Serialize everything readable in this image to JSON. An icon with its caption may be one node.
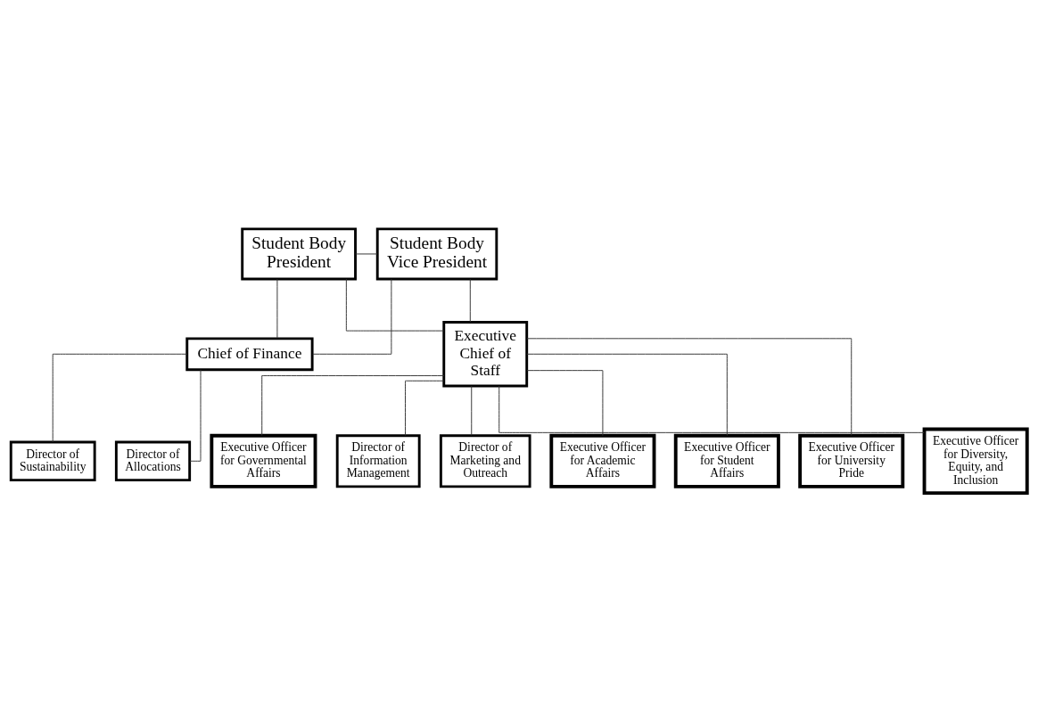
{
  "diagram": {
    "nodes": [
      {
        "text": [
          "Student Body President"
        ]
      },
      {
        "text": [
          "Student Body Vice President"
        ]
      },
      {
        "text": [
          "Chief of Finance"
        ]
      },
      {
        "text": [
          "Executive Chief of Staff"
        ]
      },
      {
        "text": [
          "Director of Allocations"
        ]
      },
      {
        "text": [
          "Director of Sustainability"
        ]
      },
      {
        "text": [
          "Director of Information Management"
        ]
      },
      {
        "text": [
          "Director of Marketing and Outreach"
        ]
      },
      {
        "text": [
          "Executive Officer for Academic Affairs"
        ]
      },
      {
        "text": [
          "Executive Officer for Student Affairs"
        ]
      },
      {
        "text": [
          "Executive Officer for University Pride"
        ]
      },
      {
        "text": [
          "Executive Officer for Diversity, Equity, and Inclusion"
        ]
      },
      {
        "text": [
          "Executive Officer for Governmental Affairs"
        ]
      }
    ],
    "edges": [
      {
        "from": 0,
        "to": 1,
        "arrow": "none"
      },
      {
        "from": 0,
        "to": 2,
        "arrow": "none"
      },
      {
        "from": 0,
        "to": 3,
        "arrow": "none"
      },
      {
        "from": 1,
        "to": 2,
        "arrow": "none"
      },
      {
        "from": 1,
        "to": 3,
        "arrow": "none"
      },
      {
        "from": 2,
        "to": 4,
        "arrow": "none"
      },
      {
        "from": 2,
        "to": 5,
        "arrow": "none"
      },
      {
        "from": 3,
        "to": 6,
        "arrow": "none"
      },
      {
        "from": 3,
        "to": 7,
        "arrow": "none"
      },
      {
        "from": 3,
        "to": 8,
        "arrow": "none"
      },
      {
        "from": 3,
        "to": 9,
        "arrow": "none"
      },
      {
        "from": 3,
        "to": 10,
        "arrow": "none"
      },
      {
        "from": 3,
        "to": 11,
        "arrow": "none"
      },
      {
        "from": 3,
        "to": 12,
        "arrow": "none"
      }
    ]
  }
}
